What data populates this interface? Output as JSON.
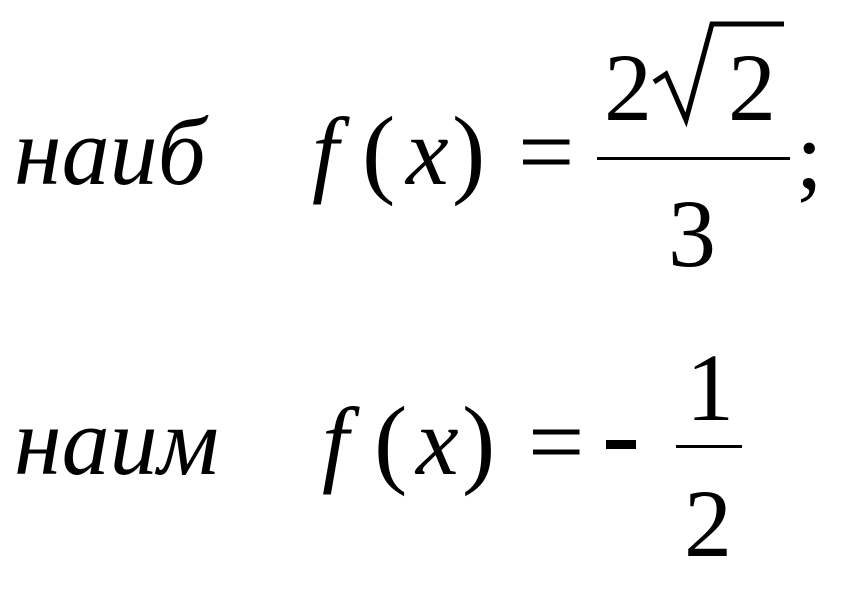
{
  "equation_max": {
    "label": "наиб",
    "func": "f",
    "lparen": "(",
    "var": "x",
    "rparen": ")",
    "equals": "=",
    "numerator_coeff": "2",
    "numerator_radicand": "2",
    "denominator": "3",
    "terminator": ";"
  },
  "equation_min": {
    "label": "наим",
    "func": "f",
    "lparen": "(",
    "var": "x",
    "rparen": ")",
    "equals": "=",
    "sign": "-",
    "numerator": "1",
    "denominator": "2"
  }
}
